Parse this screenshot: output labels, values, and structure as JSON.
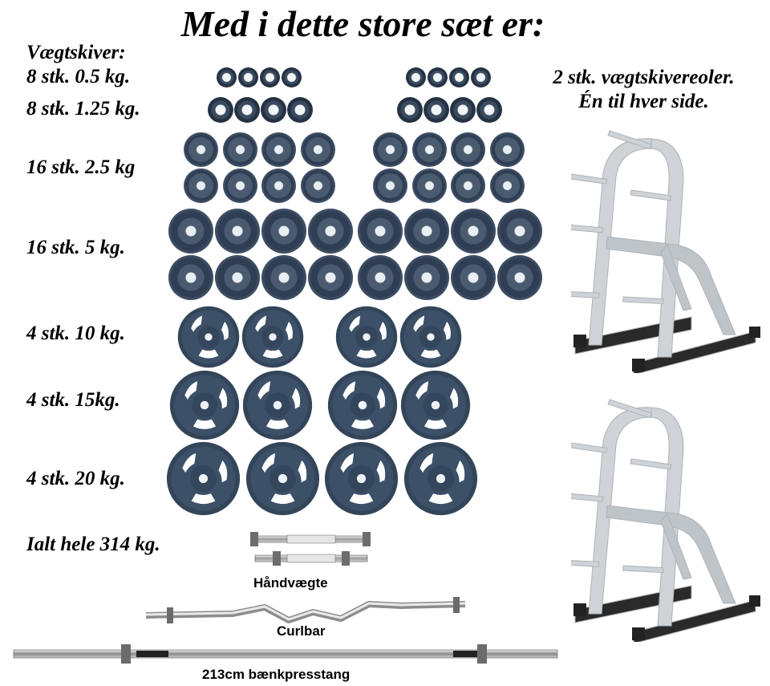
{
  "title": "Med i dette store sæt er:",
  "plates_heading": "Vægtskiver:",
  "plate_rows": [
    {
      "label": "8 stk. 0.5 kg.",
      "count": 8,
      "weight_kg": 0.5
    },
    {
      "label": "8 stk. 1.25 kg.",
      "count": 8,
      "weight_kg": 1.25
    },
    {
      "label": "16 stk. 2.5 kg",
      "count": 16,
      "weight_kg": 2.5
    },
    {
      "label": "16 stk. 5 kg.",
      "count": 16,
      "weight_kg": 5
    },
    {
      "label": "4 stk. 10 kg.",
      "count": 4,
      "weight_kg": 10
    },
    {
      "label": "4 stk. 15kg.",
      "count": 4,
      "weight_kg": 15
    },
    {
      "label": "4 stk. 20 kg.",
      "count": 4,
      "weight_kg": 20
    }
  ],
  "total": "Ialt hele 314 kg.",
  "racks": {
    "line1": "2 stk. vægtskivereoler.",
    "line2": "Én til hver side."
  },
  "captions": {
    "dumbbells": "Håndvægte",
    "curlbar": "Curlbar",
    "bench_bar": "213cm bænkpresstang"
  },
  "colors": {
    "plate": "#2f3e52",
    "rack_metal": "#c8ccd0",
    "rack_foot": "#2a2a2a"
  }
}
